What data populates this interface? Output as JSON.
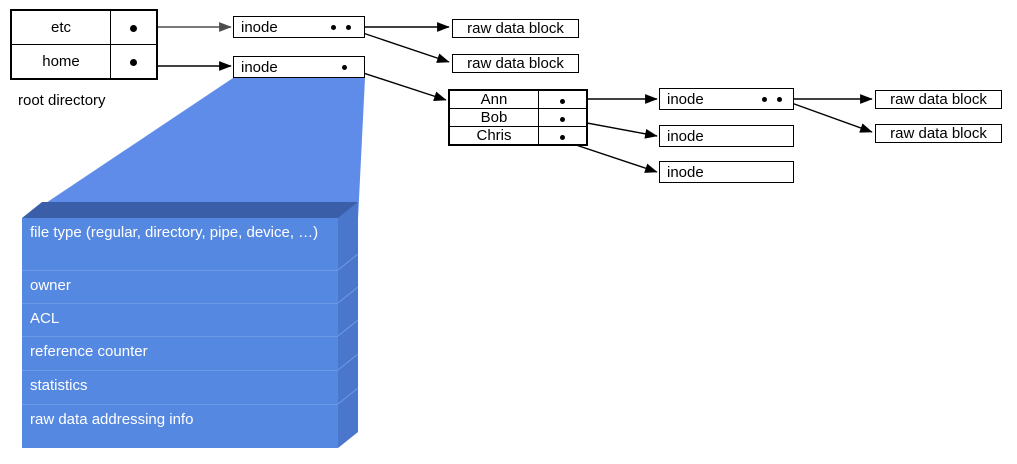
{
  "diagram": {
    "title_caption": "root directory",
    "colors": {
      "stack_front": "#5588e0",
      "stack_top": "#3a5fa8",
      "stack_side": "#4a77cc",
      "funnel": "#5e8ce8",
      "line": "#000000",
      "box_border": "#000000",
      "box_shadow": "#8a8a8a",
      "text": "#000000",
      "stack_text": "#ffffff"
    },
    "root_directory": {
      "caption": "root directory",
      "rows": [
        {
          "name": "etc",
          "pointer": "dot"
        },
        {
          "name": "home",
          "pointer": "dot"
        }
      ]
    },
    "inodes": [
      {
        "id": "inode-etc",
        "label": "inode",
        "dots": 2
      },
      {
        "id": "inode-home",
        "label": "inode",
        "dots": 1
      },
      {
        "id": "inode-ann",
        "label": "inode",
        "dots": 2
      },
      {
        "id": "inode-bob",
        "label": "inode",
        "dots": 0
      },
      {
        "id": "inode-chris",
        "label": "inode",
        "dots": 0
      }
    ],
    "raw_data_blocks": [
      {
        "id": "raw-1",
        "label": "raw data block"
      },
      {
        "id": "raw-2",
        "label": "raw data block"
      },
      {
        "id": "raw-3",
        "label": "raw data block"
      },
      {
        "id": "raw-4",
        "label": "raw data block"
      }
    ],
    "home_directory": {
      "rows": [
        {
          "name": "Ann",
          "pointer": "dot"
        },
        {
          "name": "Bob",
          "pointer": "dot"
        },
        {
          "name": "Chris",
          "pointer": "dot"
        }
      ]
    },
    "inode_detail_stack": {
      "fields": [
        "file type (regular, directory, pipe, device, …)",
        "owner",
        "ACL",
        "reference counter",
        "statistics",
        "raw data addressing info"
      ]
    }
  }
}
